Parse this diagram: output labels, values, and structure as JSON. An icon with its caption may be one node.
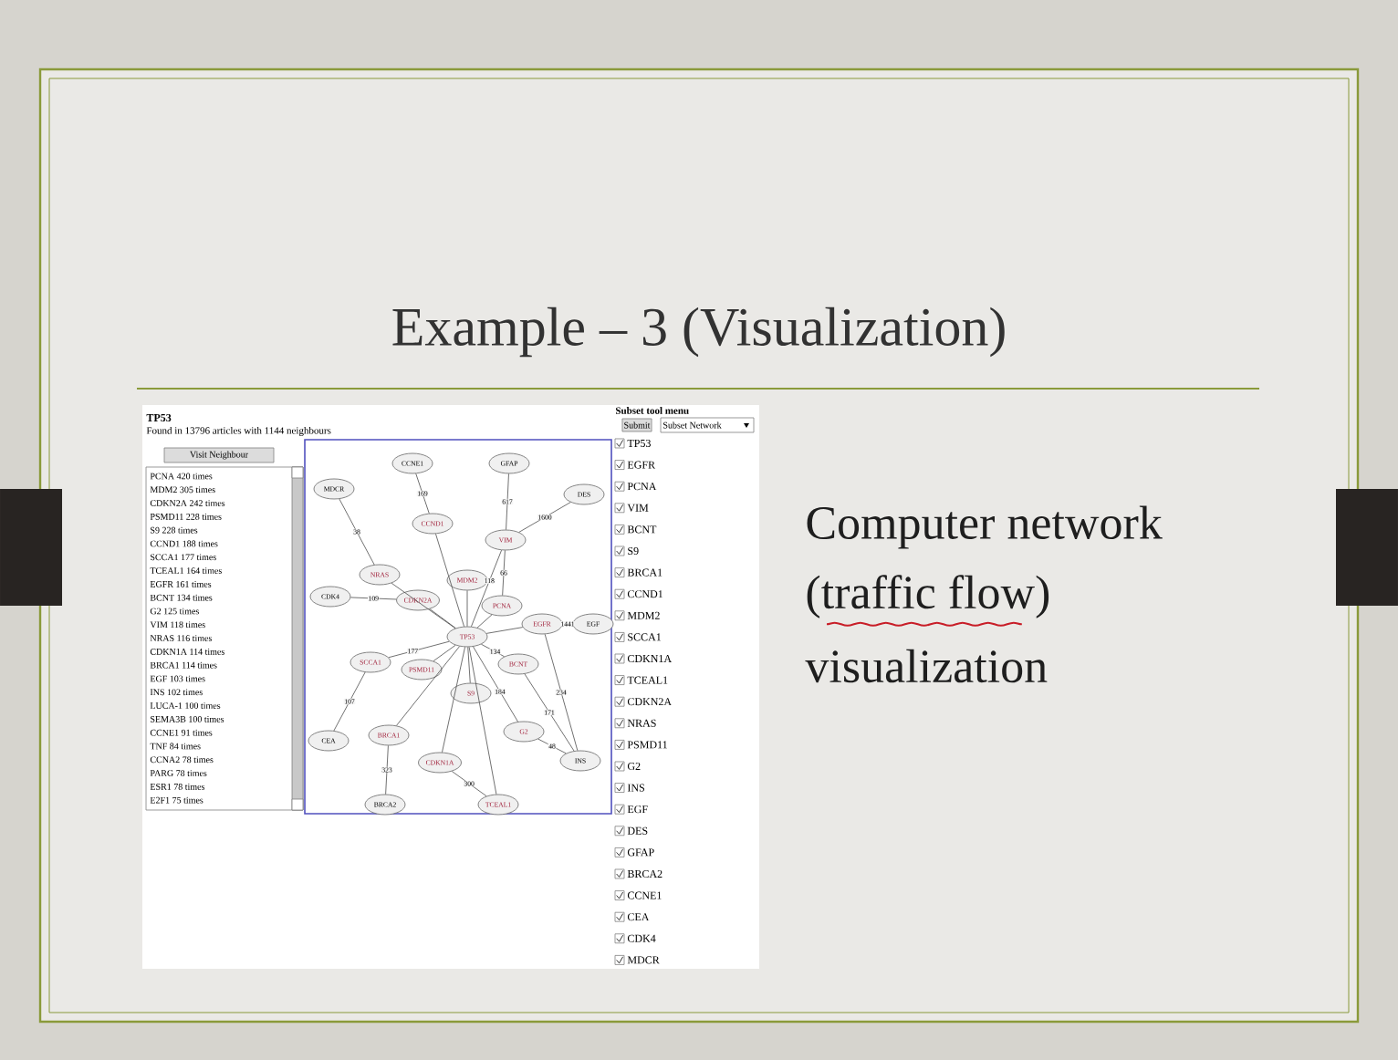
{
  "diagram": {
    "title": "Example – 3 (Visualization)",
    "nodes": [
      {
        "text": [
          "CCNE1"
        ]
      },
      {
        "text": [
          "GFAP"
        ]
      },
      {
        "text": [
          "MDCR"
        ]
      },
      {
        "text": [
          "DES"
        ]
      },
      {
        "text": [
          "CCND1"
        ]
      },
      {
        "text": [
          "VIM"
        ]
      },
      {
        "text": [
          "NRAS"
        ]
      },
      {
        "text": [
          "MDM2"
        ]
      },
      {
        "text": [
          "CDK4"
        ]
      },
      {
        "text": [
          "CDKN2A"
        ]
      },
      {
        "text": [
          "PCNA"
        ]
      },
      {
        "text": [
          "EGFR"
        ]
      },
      {
        "text": [
          "EGF"
        ]
      },
      {
        "text": [
          "TP53"
        ]
      },
      {
        "text": [
          "SCCA1"
        ]
      },
      {
        "text": [
          "PSMD11"
        ]
      },
      {
        "text": [
          "BCNT"
        ]
      },
      {
        "text": [
          "S9"
        ]
      },
      {
        "text": [
          "G2"
        ]
      },
      {
        "text": [
          "CEA"
        ]
      },
      {
        "text": [
          "BRCA1"
        ]
      },
      {
        "text": [
          "INS"
        ]
      },
      {
        "text": [
          "CDKN1A"
        ]
      },
      {
        "text": [
          "BRCA2"
        ]
      },
      {
        "text": [
          "TCEAL1"
        ]
      }
    ],
    "edges": [
      {
        "from": 2,
        "to": 6,
        "arrow": "none",
        "label": "38"
      },
      {
        "from": 0,
        "to": 4,
        "arrow": "none",
        "label": "169"
      },
      {
        "from": 4,
        "to": 13,
        "arrow": "none"
      },
      {
        "from": 1,
        "to": 5,
        "arrow": "none",
        "label": "617"
      },
      {
        "from": 3,
        "to": 5,
        "arrow": "none",
        "label": "1600"
      },
      {
        "from": 5,
        "to": 10,
        "arrow": "none",
        "label": "66"
      },
      {
        "from": 5,
        "to": 13,
        "arrow": "none",
        "label": "118"
      },
      {
        "from": 6,
        "to": 13,
        "arrow": "none"
      },
      {
        "from": 7,
        "to": 13,
        "arrow": "none"
      },
      {
        "from": 8,
        "to": 9,
        "arrow": "none",
        "label": "109"
      },
      {
        "from": 9,
        "to": 13,
        "arrow": "none"
      },
      {
        "from": 10,
        "to": 13,
        "arrow": "none"
      },
      {
        "from": 13,
        "to": 11,
        "arrow": "none"
      },
      {
        "from": 11,
        "to": 12,
        "arrow": "none",
        "label": "1441"
      },
      {
        "from": 11,
        "to": 21,
        "arrow": "none",
        "label": "234"
      },
      {
        "from": 14,
        "to": 13,
        "arrow": "none",
        "label": "177"
      },
      {
        "from": 14,
        "to": 19,
        "arrow": "none",
        "label": "107"
      },
      {
        "from": 15,
        "to": 13,
        "arrow": "none"
      },
      {
        "from": 13,
        "to": 16,
        "arrow": "none",
        "label": "134"
      },
      {
        "from": 16,
        "to": 21,
        "arrow": "none",
        "label": "171"
      },
      {
        "from": 13,
        "to": 17,
        "arrow": "none"
      },
      {
        "from": 13,
        "to": 18,
        "arrow": "none",
        "label": "184"
      },
      {
        "from": 18,
        "to": 21,
        "arrow": "none",
        "label": "48"
      },
      {
        "from": 13,
        "to": 20,
        "arrow": "none"
      },
      {
        "from": 20,
        "to": 23,
        "arrow": "none",
        "label": "323"
      },
      {
        "from": 13,
        "to": 22,
        "arrow": "none"
      },
      {
        "from": 13,
        "to": 24,
        "arrow": "none"
      },
      {
        "from": 22,
        "to": 24,
        "arrow": "none",
        "label": "300"
      }
    ],
    "labels": [
      "TP53",
      "Found in 13796 articles with 1144 neighbours",
      "Visit Neighbour",
      "PCNA 420 times",
      "MDM2 305 times",
      "CDKN2A 242 times",
      "PSMD11 228 times",
      "S9 228 times",
      "CCND1 188 times",
      "SCCA1 177 times",
      "TCEAL1 164 times",
      "EGFR 161 times",
      "BCNT 134 times",
      "G2 125 times",
      "VIM 118 times",
      "NRAS 116 times",
      "CDKN1A 114 times",
      "BRCA1 114 times",
      "EGF 103 times",
      "INS 102 times",
      "LUCA-1 100 times",
      "SEMA3B 100 times",
      "CCNE1 91 times",
      "TNF 84 times",
      "CCNA2 78 times",
      "PARG 78 times",
      "ESR1 78 times",
      "E2F1 75 times",
      "Subset tool menu",
      "Submit",
      "Subset Network",
      "TP53",
      "EGFR",
      "PCNA",
      "VIM",
      "BCNT",
      "S9",
      "BRCA1",
      "CCND1",
      "MDM2",
      "SCCA1",
      "CDKN1A",
      "TCEAL1",
      "CDKN2A",
      "NRAS",
      "PSMD11",
      "G2",
      "INS",
      "EGF",
      "DES",
      "GFAP",
      "BRCA2",
      "CCNE1",
      "CEA",
      "CDK4",
      "MDCR",
      "Computer network",
      "(traffic flow)",
      "visualization"
    ]
  }
}
